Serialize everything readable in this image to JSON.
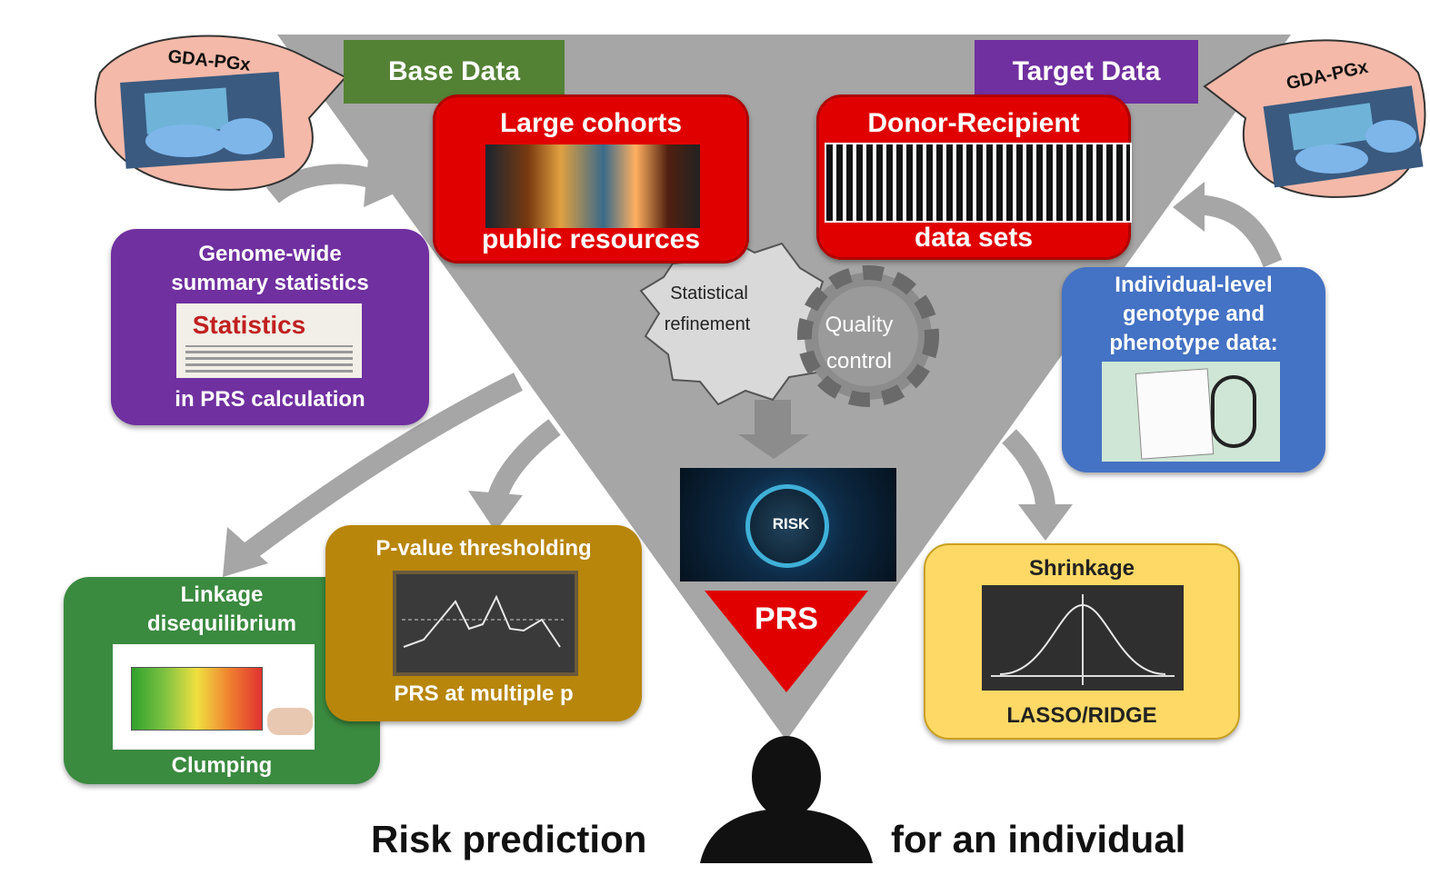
{
  "colors": {
    "triangle": "#a6a6a6",
    "base_tag": "#548235",
    "target_tag": "#7030a0",
    "red_box": "#e00000",
    "purple_box": "#7030a0",
    "blue_box": "#4472c4",
    "green_box": "#3a8a3f",
    "olive_box": "#b8860b",
    "yellow_box": "#ffd966",
    "arrow": "#a6a6a6",
    "peach": "#f4b9a8"
  },
  "tags": {
    "base_data": "Base Data",
    "target_data": "Target Data"
  },
  "devices": {
    "left_label": "GDA-PGx",
    "right_label": "GDA-PGx"
  },
  "large_cohorts": {
    "title": "Large cohorts",
    "subtitle": "public resources"
  },
  "donor_recipient": {
    "title": "Donor-Recipient",
    "subtitle": "data sets"
  },
  "summary_stats": {
    "line1": "Genome-wide",
    "line2": "summary statistics",
    "image_word": "Statistics",
    "footer": "in PRS calculation"
  },
  "individual_data": {
    "line1": "Individual-level",
    "line2": "genotype and",
    "line3": "phenotype data:"
  },
  "gears": {
    "statistical_line1": "Statistical",
    "statistical_line2": "refinement",
    "quality_line1": "Quality",
    "quality_line2": "control"
  },
  "risk": {
    "button_text": "RISK",
    "prs_label": "PRS"
  },
  "methods": {
    "linkage_line1": "Linkage",
    "linkage_line2": "disequilibrium",
    "linkage_footer": "Clumping",
    "pvalue_title": "P-value thresholding",
    "pvalue_footer": "PRS at multiple p",
    "shrinkage_title": "Shrinkage",
    "shrinkage_footer": "LASSO/RIDGE"
  },
  "bottom": {
    "left_text": "Risk prediction",
    "right_text": "for an individual"
  }
}
